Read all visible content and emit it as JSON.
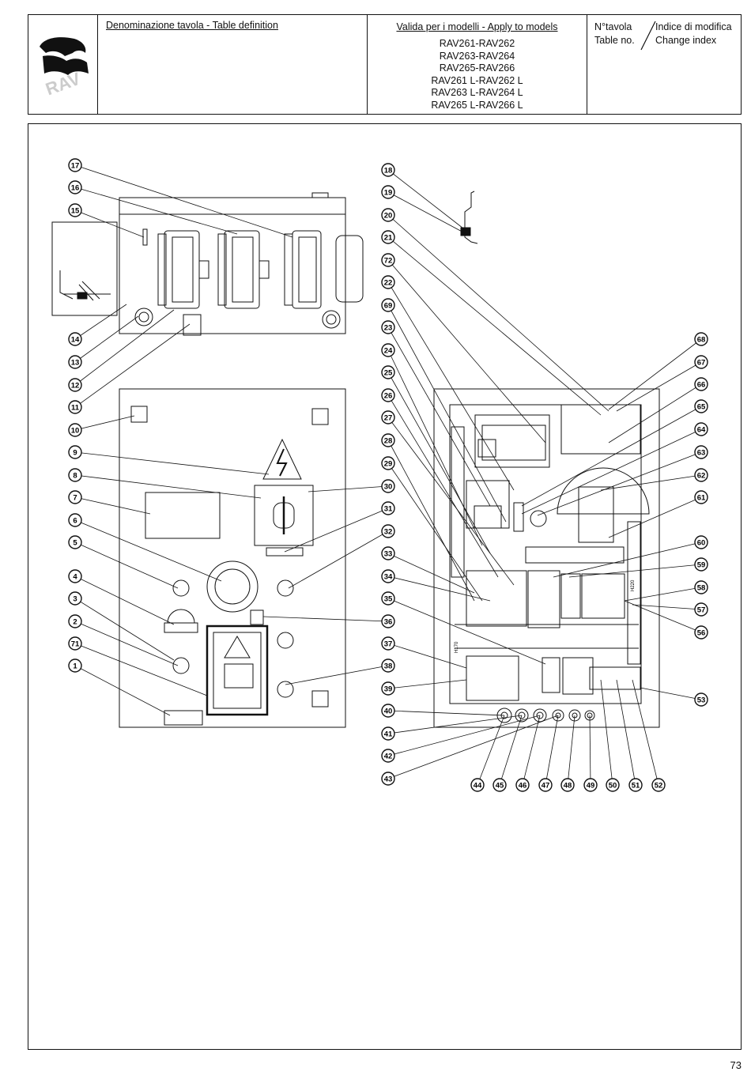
{
  "header": {
    "logo_text": "RAV",
    "table_definition_label": "Denominazione tavola - Table definition",
    "models_label": "Valida per i modelli - Apply to models",
    "models": [
      "RAV261-RAV262",
      "RAV263-RAV264",
      "RAV265-RAV266",
      "RAV261 L-RAV262 L",
      "RAV263 L-RAV264 L",
      "RAV265 L-RAV266 L"
    ],
    "table_no_it": "N°tavola",
    "table_no_en": "Table no.",
    "change_index_it": "Indice di modifica",
    "change_index_en": "Change index"
  },
  "callouts_left": [
    "17",
    "16",
    "15",
    "14",
    "13",
    "12",
    "11",
    "10",
    "9",
    "8",
    "7",
    "6",
    "5",
    "4",
    "3",
    "2",
    "71",
    "1"
  ],
  "callouts_left_right": [
    "30",
    "31",
    "32",
    "36",
    "38"
  ],
  "callouts_center": [
    "18",
    "19",
    "20",
    "21",
    "72",
    "22",
    "69",
    "23",
    "24",
    "25",
    "26",
    "27",
    "28",
    "29",
    "33",
    "34",
    "35",
    "37",
    "39",
    "40",
    "41",
    "42",
    "43"
  ],
  "callouts_right": [
    "68",
    "67",
    "66",
    "65",
    "64",
    "63",
    "62",
    "61",
    "60",
    "59",
    "58",
    "57",
    "56",
    "53"
  ],
  "callouts_bottom": [
    "44",
    "45",
    "46",
    "47",
    "48",
    "49",
    "50",
    "51",
    "52"
  ],
  "labels": {
    "h220": "H220",
    "h170": "H170"
  },
  "page_number": "73"
}
